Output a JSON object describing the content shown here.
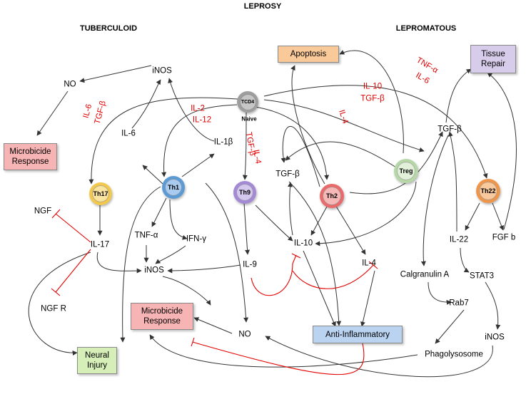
{
  "title": "LEPROSY",
  "poles": {
    "left": "TUBERCULOID",
    "right": "LEPROMATOUS"
  },
  "cells": {
    "naive_name": "TCD4",
    "naive_label": "Naive",
    "th1": "Th1",
    "th17": "Th17",
    "th9": "Th9",
    "th2": "Th2",
    "treg": "Treg",
    "th22": "Th22"
  },
  "boxes": {
    "apoptosis": "Apoptosis",
    "tissue_repair_1": "Tissue",
    "tissue_repair_2": "Repair",
    "microbicide_left_1": "Microbicide",
    "microbicide_left_2": "Response",
    "microbicide_center_1": "Microbicide",
    "microbicide_center_2": "Response",
    "neural_injury_1": "Neural",
    "neural_injury_2": "Injury",
    "anti_inflammatory": "Anti-Inflammatory"
  },
  "nodes": {
    "inos_top": "iNOS",
    "no_top": "NO",
    "il6": "IL-6",
    "il1b": "IL-1β",
    "ngf": "NGF",
    "il17": "IL-17",
    "ngfr": "NGF R",
    "tnfa": "TNF-α",
    "ifng": "IFN-γ",
    "inos_mid": "iNOS",
    "il9": "IL-9",
    "no_bottom": "NO",
    "tgfb_mid": "TGF-β",
    "il10": "IL-10",
    "il4": "IL-4",
    "tgfb_right": "TGF-β",
    "il22": "IL-22",
    "fgfb": "FGF b",
    "calgranulin": "Calgranulin A",
    "stat3": "STAT3",
    "rab7": "Rab7",
    "inos_right": "iNOS",
    "phagolysosome": "Phagolysosome"
  },
  "edge_labels": {
    "il6_tgfb_a": "IL-6",
    "il6_tgfb_b": "TGF-β",
    "il2": "IL-2",
    "il12": "IL-12",
    "il4_th2": "IL-4",
    "tgfb_th9": "TGF-β",
    "il4_th9": "IL-4",
    "il10_treg": "IL-10",
    "tgfb_treg": "TGF-β",
    "tnfa_th22": "TNF-α",
    "il6_th22": "IL-6"
  },
  "colors": {
    "activation_arrow": "#333333",
    "inhibition_line": "#e30000",
    "apoptosis_fill": "#f9c99a",
    "tissue_repair_fill": "#d7cdea",
    "microbicide_fill": "#f7b4b4",
    "neural_injury_fill": "#d6efb8",
    "anti_inflammatory_fill": "#b9d3f1",
    "th1": "#5b9bd5",
    "th17": "#f2c94c",
    "th9": "#a48ad6",
    "th2": "#e96a6a",
    "treg": "#b6d7a8",
    "th22": "#f0964a",
    "naive": "#9e9e9e"
  }
}
